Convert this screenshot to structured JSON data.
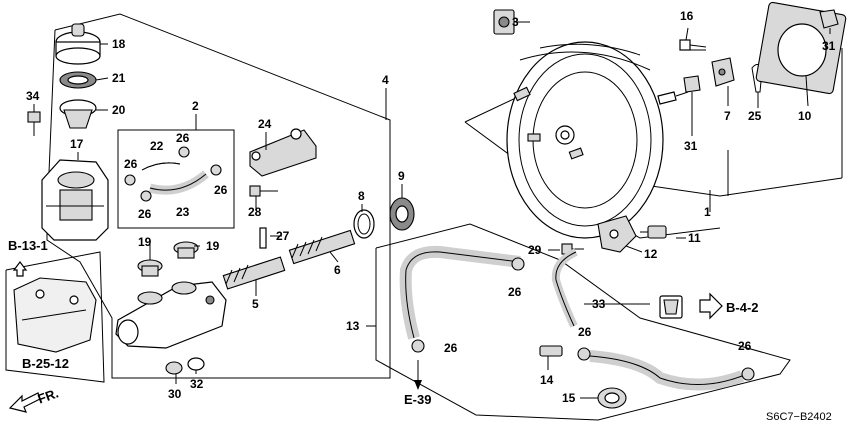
{
  "part_numbers": [
    "1",
    "2",
    "3",
    "4",
    "5",
    "6",
    "7",
    "8",
    "9",
    "10",
    "11",
    "12",
    "13",
    "14",
    "15",
    "16",
    "17",
    "18",
    "19",
    "19",
    "20",
    "21",
    "23",
    "24",
    "25",
    "26",
    "26",
    "26",
    "26",
    "26",
    "26",
    "26",
    "27",
    "28",
    "29",
    "30",
    "31",
    "31",
    "32",
    "33",
    "34"
  ],
  "labels": {
    "p1": "1",
    "p2": "2",
    "p3": "3",
    "p4": "4",
    "p5": "5",
    "p6": "6",
    "p7": "7",
    "p8": "8",
    "p9": "9",
    "p10": "10",
    "p11": "11",
    "p12": "12",
    "p13": "13",
    "p14": "14",
    "p15": "15",
    "p16": "16",
    "p17": "17",
    "p18": "18",
    "p19a": "19",
    "p19b": "19",
    "p20": "20",
    "p21": "21",
    "p22": "22",
    "p23": "23",
    "p24": "24",
    "p25": "25",
    "p26a": "26",
    "p26b": "26",
    "p26c": "26",
    "p26d": "26",
    "p26e": "26",
    "p26f": "26",
    "p26g": "26",
    "p27": "27",
    "p28": "28",
    "p29": "29",
    "p30": "30",
    "p31a": "31",
    "p31b": "31",
    "p32": "32",
    "p33": "33",
    "p34": "34"
  },
  "references": {
    "b13_1": "B-13-1",
    "b25_12": "B-25-12",
    "b4_2": "B-4-2",
    "e39": "E-39",
    "front": "FR."
  },
  "diagram_code": "S6C7−B2402"
}
